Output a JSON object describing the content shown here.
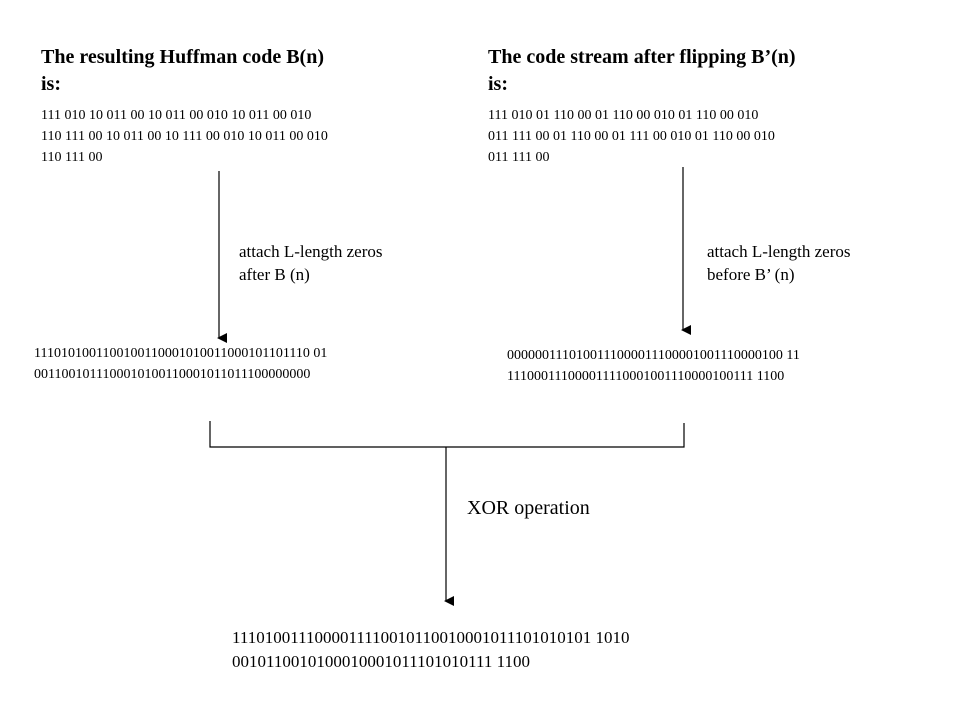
{
  "left": {
    "heading_line1": "The resulting Huffman code B(n)",
    "heading_line2": "is:",
    "code_lines": [
      "111 010 10 011 00 10 011 00 010 10 011 00 010",
      "110 111 00 10 011 00 10 111 00 010 10 011 00 010",
      "110 111 00"
    ],
    "annotation_lines": [
      "attach L-length zeros",
      "after B (n)"
    ],
    "padded_lines": [
      "1110101001100100110001010011000101101110 01",
      "0011001011100010100110001011011100000000"
    ]
  },
  "right": {
    "heading_line1": "The code stream after flipping B’(n)",
    "heading_line2": "is:",
    "code_lines": [
      "111 010 01 110 00 01 110 00 010 01 110 00 010",
      "011 111 00 01 110 00 01 111 00 010 01 110 00 010",
      "011 111 00"
    ],
    "annotation_lines": [
      "attach L-length zeros",
      "before B’ (n)"
    ],
    "padded_lines": [
      "0000001110100111000011100001001110000100 11",
      "111000111000011110001001110000100111 1100"
    ]
  },
  "xor_label": "XOR operation",
  "result_lines": [
    "1110100111000011110010110010001011101010101 1010",
    "0010110010100010001011101010111 1100"
  ]
}
